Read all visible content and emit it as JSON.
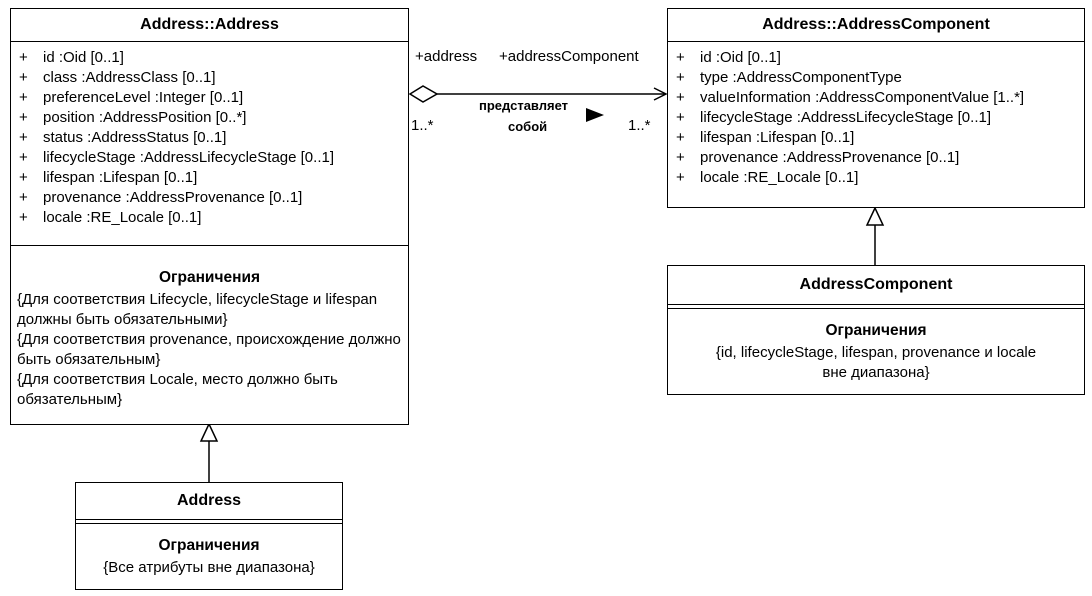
{
  "address_class": {
    "title": "Address::Address",
    "attributes": [
      {
        "vis": "+",
        "text": "id  :Oid [0..1]"
      },
      {
        "vis": "+",
        "text": "class  :AddressClass [0..1]"
      },
      {
        "vis": "+",
        "text": "preferenceLevel  :Integer [0..1]"
      },
      {
        "vis": "+",
        "text": "position  :AddressPosition [0..*]"
      },
      {
        "vis": "+",
        "text": "status  :AddressStatus [0..1]"
      },
      {
        "vis": "+",
        "text": "lifecycleStage  :AddressLifecycleStage [0..1]"
      },
      {
        "vis": "+",
        "text": "lifespan  :Lifespan [0..1]"
      },
      {
        "vis": "+",
        "text": "provenance  :AddressProvenance [0..1]"
      },
      {
        "vis": "+",
        "text": "locale  :RE_Locale [0..1]"
      }
    ],
    "constraints_title": "Ограничения",
    "constraints": [
      "{Для соответствия Lifecycle, lifecycleStage и lifespan должны быть обязательными}",
      "{Для соответствия provenance, происхождение должно быть обязательным}",
      "{Для соответствия Locale, место должно быть обязательным}"
    ]
  },
  "address_subclass": {
    "title": "Address",
    "constraints_title": "Ограничения",
    "constraint": "{Все атрибуты вне диапазона}"
  },
  "component_class": {
    "title": "Address::AddressComponent",
    "attributes": [
      {
        "vis": "+",
        "text": "id  :Oid [0..1]"
      },
      {
        "vis": "+",
        "text": "type  :AddressComponentType"
      },
      {
        "vis": "+",
        "text": "valueInformation  :AddressComponentValue [1..*]"
      },
      {
        "vis": "+",
        "text": "lifecycleStage  :AddressLifecycleStage [0..1]"
      },
      {
        "vis": "+",
        "text": "lifespan  :Lifespan [0..1]"
      },
      {
        "vis": "+",
        "text": "provenance  :AddressProvenance [0..1]"
      },
      {
        "vis": "+",
        "text": "locale  :RE_Locale [0..1]"
      }
    ]
  },
  "component_subclass": {
    "title": "AddressComponent",
    "constraints_title": "Ограничения",
    "constraint": "{id, lifecycleStage, lifespan, provenance и locale вне диапазона}"
  },
  "association": {
    "role_source": "+address",
    "role_target": "+addressComponent",
    "mult_source": "1..*",
    "mult_target": "1..*",
    "name_line1": "представляет",
    "name_line2": "собой"
  }
}
